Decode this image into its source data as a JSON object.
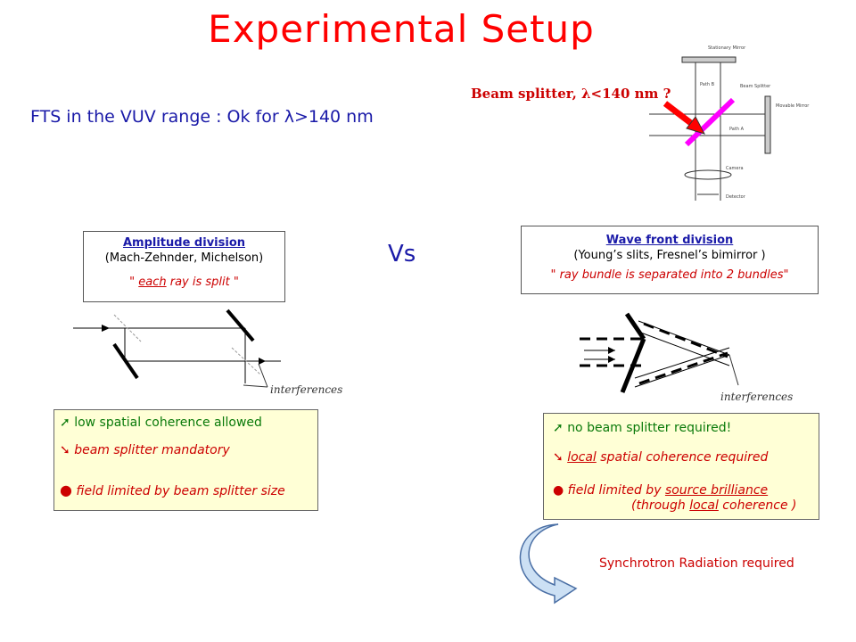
{
  "title": "Experimental Setup",
  "fts_line": "FTS in the VUV range : Ok for λ>140 nm",
  "beam_splitter_note": "Beam splitter, λ<140 nm ?",
  "vs": "Vs",
  "interferometer_labels": [
    "Stationary Mirror",
    "Path B",
    "Beam Splitter",
    "Movable Mirror",
    "Path A",
    "Camera",
    "Detector"
  ],
  "amplitude": {
    "heading": "Amplitude division",
    "subtitle": "(Mach-Zehnder, Michelson)",
    "quote_pre": "\" ",
    "quote_underlined": "each",
    "quote_post": " ray is split \"",
    "interferences": "interferences",
    "notes": {
      "line1": "low spatial coherence allowed",
      "line2": "beam splitter mandatory",
      "line3": "field limited by beam splitter size"
    }
  },
  "wavefront": {
    "heading": "Wave front division",
    "subtitle": "(Young’s slits, Fresnel’s bimirror )",
    "quote": "\" ray bundle is separated into 2 bundles\"",
    "interferences": "interferences",
    "notes": {
      "line1": "no beam splitter  required!",
      "line2_underlined": "local",
      "line2_rest": " spatial coherence required",
      "line3_pre": "field limited by ",
      "line3_underlined": "source brilliance",
      "line4_pre": "(through ",
      "line4_underlined": "local",
      "line4_post": " coherence )"
    }
  },
  "synchrotron": "Synchrotron Radiation required",
  "colors": {
    "title": "#ff0000",
    "blue_text": "#1a1aa8",
    "red_text": "#cc0000",
    "green_text": "#0a7a0a",
    "note_bg": "#ffffd6",
    "splitter": "#ff00ff"
  }
}
